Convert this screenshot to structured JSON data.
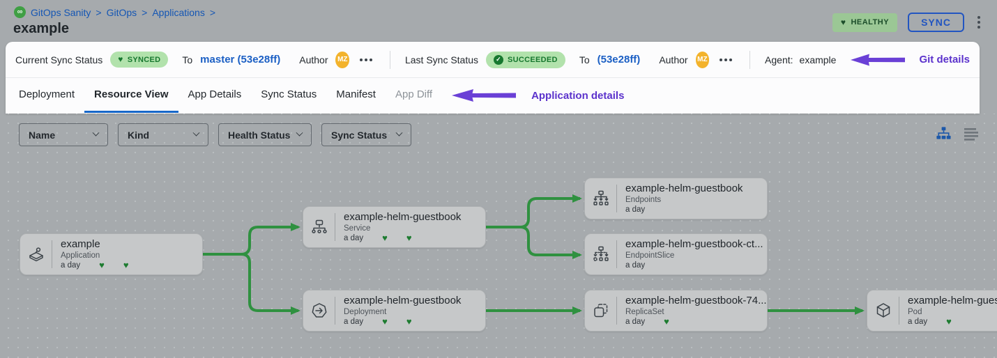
{
  "colors": {
    "background_gray": "#a6aaad",
    "panel_white": "#fcfcfd",
    "edge_green": "#2f9140",
    "status_green_bg": "#b2e2ac",
    "status_green_text": "#17782f",
    "link_blue": "#1b5fc4",
    "active_tab_blue": "#1767c8",
    "annotation_purple": "#5b32cc",
    "avatar_amber": "#f3b32c",
    "node_gray": "#c6c8c9"
  },
  "header": {
    "crumb_separator": ">",
    "breadcrumbs": [
      {
        "label": "GitOps Sanity"
      },
      {
        "label": "GitOps"
      },
      {
        "label": "Applications"
      }
    ],
    "title": "example",
    "health_badge": "HEALTHY",
    "sync_button": "SYNC"
  },
  "sync_bar": {
    "current": {
      "label": "Current Sync Status",
      "status": "SYNCED",
      "to_label": "To",
      "target": "master (53e28ff)",
      "author_label": "Author",
      "author_initials": "MZ"
    },
    "last": {
      "label": "Last Sync Status",
      "status": "SUCCEEDED",
      "to_label": "To",
      "target": "(53e28ff)",
      "author_label": "Author",
      "author_initials": "MZ"
    },
    "agent_label": "Agent:",
    "agent_value": "example",
    "annotation": "Git details"
  },
  "tabs": {
    "items": [
      {
        "label": "Deployment",
        "active": false
      },
      {
        "label": "Resource View",
        "active": true
      },
      {
        "label": "App Details",
        "active": false
      },
      {
        "label": "Sync Status",
        "active": false
      },
      {
        "label": "Manifest",
        "active": false
      },
      {
        "label": "App Diff",
        "active": false,
        "disabled": true
      }
    ],
    "annotation": "Application details"
  },
  "filters": {
    "items": [
      {
        "label": "Name"
      },
      {
        "label": "Kind"
      },
      {
        "label": "Health Status"
      },
      {
        "label": "Sync Status"
      }
    ]
  },
  "canvas": {
    "nodes": [
      {
        "title": "example",
        "kind": "Application",
        "age": "a day",
        "hearts": 2,
        "icon": "application-icon"
      },
      {
        "title": "example-helm-guestbook",
        "kind": "Service",
        "age": "a day",
        "hearts": 2,
        "icon": "service-icon"
      },
      {
        "title": "example-helm-guestbook",
        "kind": "Deployment",
        "age": "a day",
        "hearts": 2,
        "icon": "deployment-icon"
      },
      {
        "title": "example-helm-guestbook",
        "kind": "Endpoints",
        "age": "a day",
        "hearts": 0,
        "icon": "endpoints-icon"
      },
      {
        "title": "example-helm-guestbook-ct...",
        "kind": "EndpointSlice",
        "age": "a day",
        "hearts": 0,
        "icon": "endpointslice-icon"
      },
      {
        "title": "example-helm-guestbook-74...",
        "kind": "ReplicaSet",
        "age": "a day",
        "hearts": 1,
        "icon": "replicaset-icon"
      },
      {
        "title": "example-helm-guest",
        "kind": "Pod",
        "age": "a day",
        "hearts": 1,
        "icon": "pod-icon"
      }
    ]
  }
}
